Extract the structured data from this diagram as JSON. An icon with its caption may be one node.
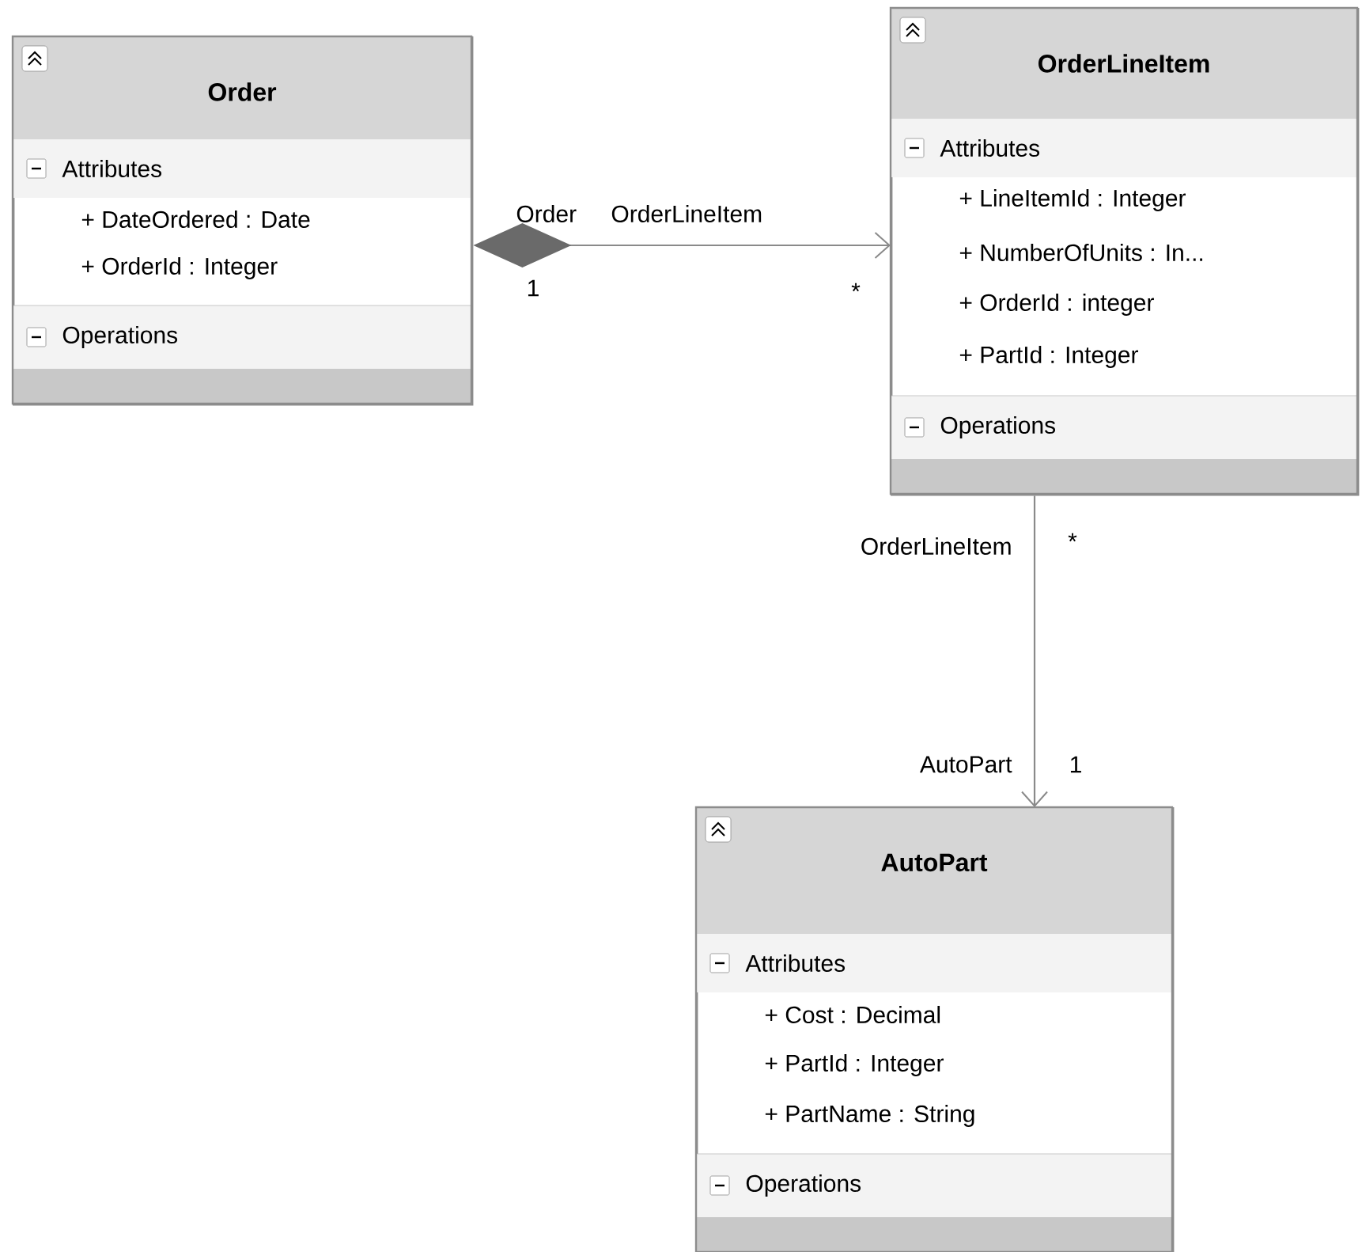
{
  "diagram": {
    "nodes": [
      {
        "text": [
          "Order",
          "Attributes",
          "+ DateOrdered : Date",
          "+ OrderId : Integer",
          "Operations"
        ]
      },
      {
        "text": [
          "OrderLineItem",
          "Attributes",
          "+ LineItemId : Integer",
          "+ NumberOfUnits : In...",
          "+ OrderId : integer",
          "+ PartId : Integer",
          "Operations"
        ]
      },
      {
        "text": [
          "AutoPart",
          "Attributes",
          "+ Cost : Decimal",
          "+ PartId : Integer",
          "+ PartName : String",
          "Operations"
        ]
      }
    ],
    "edges": [
      {
        "from": 0,
        "to": 1,
        "arrow": "to"
      },
      {
        "from": 1,
        "to": 2,
        "arrow": "to"
      }
    ],
    "labels": [
      "Order",
      "OrderLineItem",
      "1",
      "*",
      "OrderLineItem",
      "*",
      "AutoPart",
      "1"
    ]
  }
}
